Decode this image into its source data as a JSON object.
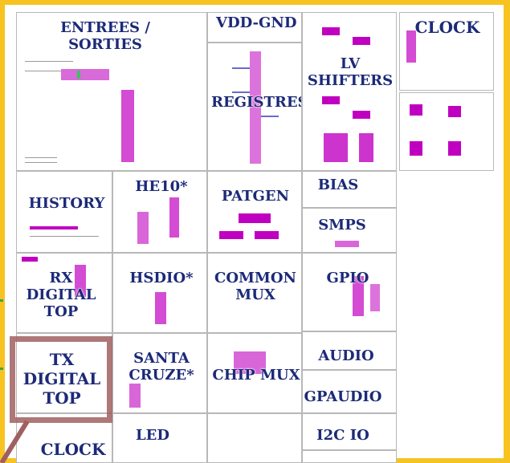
{
  "blocks": {
    "entrees_sorties": "ENTREES /\nSORTIES",
    "vdd_gnd": "VDD-GND",
    "registres": "REGISTRES",
    "lv_shifters": "LV\nSHIFTERS",
    "clock_top": "CLOCK",
    "history": "HISTORY",
    "he10": "HE10*",
    "patgen": "PATGEN",
    "bias": "BIAS",
    "smps": "SMPS",
    "rx_digital_top": "RX\nDIGITAL\nTOP",
    "hsdio": "HSDIO*",
    "common_mux": "COMMON\nMUX",
    "gpio": "GPIO",
    "tx_digital_top": "TX\nDIGITAL\nTOP",
    "santa_cruze": "SANTA\nCRUZE*",
    "chip_mux": "CHIP MUX",
    "audio": "AUDIO",
    "gpaudio": "GPAUDIO",
    "led": "LED",
    "clock_bottom": "CLOCK",
    "i2c_io": "I2C IO"
  },
  "colors": {
    "frame": "#f6c320",
    "label": "#1c2a78",
    "component": "#c000c0",
    "highlight": "#a06060"
  }
}
